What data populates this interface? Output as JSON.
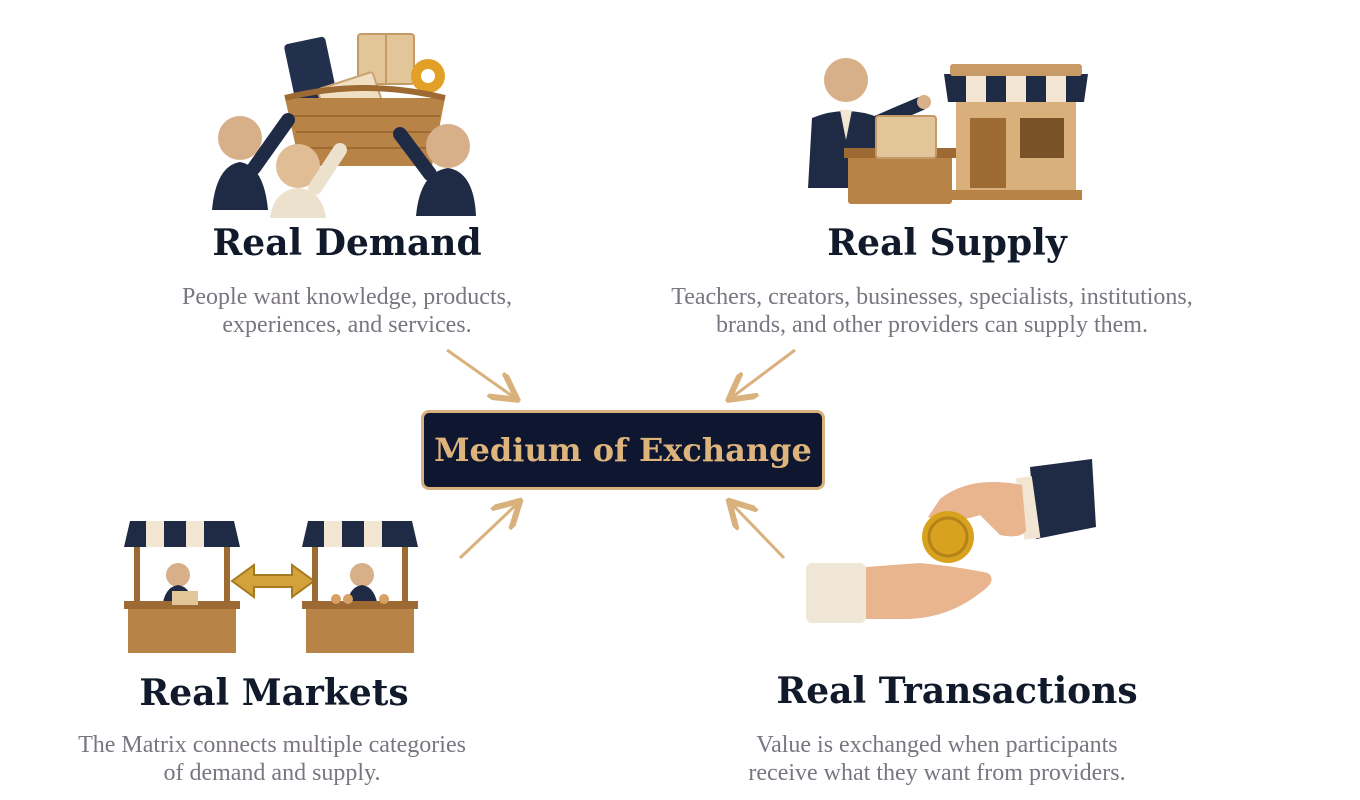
{
  "center": {
    "label": "Medium of Exchange"
  },
  "quadrants": {
    "demand": {
      "title": "Real Demand",
      "desc_line1": "People want knowledge, products,",
      "desc_line2": "experiences, and services."
    },
    "supply": {
      "title": "Real Supply",
      "desc_line1": "Teachers, creators, businesses, specialists, institutions,",
      "desc_line2": "brands, and other providers can supply them."
    },
    "markets": {
      "title": "Real Markets",
      "desc_line1": "The Matrix connects multiple categories",
      "desc_line2": "of demand and supply."
    },
    "transactions": {
      "title": "Real Transactions",
      "desc_line1": "Value is exchanged when participants",
      "desc_line2": "receive what they want from providers."
    }
  },
  "colors": {
    "navy": "#1f2b45",
    "gold": "#d9b17c",
    "wood": "#c89a66",
    "text_dark": "#111a2b",
    "text_muted": "#7a7580"
  }
}
